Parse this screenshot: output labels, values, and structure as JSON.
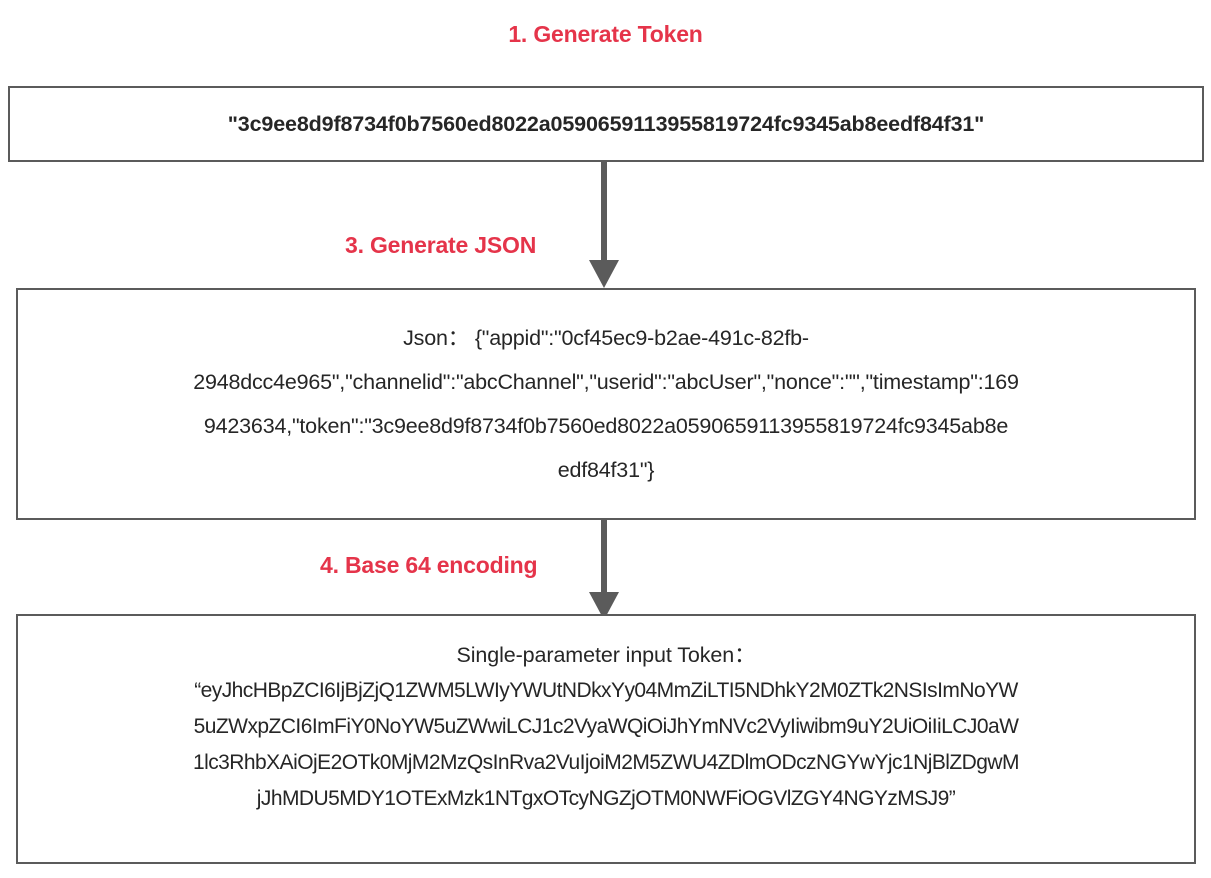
{
  "diagram": {
    "steps": [
      {
        "id": "step-1",
        "label": "1. Generate Token"
      },
      {
        "id": "step-3",
        "label": "3. Generate JSON"
      },
      {
        "id": "step-4",
        "label": "4. Base 64 encoding"
      }
    ],
    "colors": {
      "heading_red": "#e5344a",
      "box_border_gray": "#5b5b5b",
      "arrow_gray": "#5b5b5b",
      "text_dark": "#262626",
      "background": "#ffffff"
    },
    "token_box": {
      "value": "\"3c9ee8d9f8734f0b7560ed8022a0590659113955819724fc9345ab8eedf84f31\""
    },
    "json_box": {
      "lines": [
        "Json： {\"appid\":\"0cf45ec9-b2ae-491c-82fb-",
        "2948dcc4e965\",\"channelid\":\"abcChannel\",\"userid\":\"abcUser\",\"nonce\":\"\",\"timestamp\":169",
        "9423634,\"token\":\"3c9ee8d9f8734f0b7560ed8022a0590659113955819724fc9345ab8e",
        "edf84f31\"}"
      ]
    },
    "base64_box": {
      "title": "Single-parameter input Token：",
      "lines": [
        "“eyJhcHBpZCI6IjBjZjQ1ZWM5LWIyYWUtNDkxYy04MmZiLTI5NDhkY2M0ZTk2NSIsImNoYW",
        "5uZWxpZCI6ImFiY0NoYW5uZWwiLCJ1c2VyaWQiOiJhYmNVc2VyIiwibm9uY2UiOiIiLCJ0aW",
        "1lc3RhbXAiOjE2OTk0MjM2MzQsInRva2VuIjoiM2M5ZWU4ZDlmODczNGYwYjc1NjBlZDgwM",
        "jJhMDU5MDY1OTExMzk1NTgxOTcyNGZjOTM0NWFiOGVlZGY4NGYzMSJ9”"
      ]
    },
    "arrows": [
      {
        "id": "arrow-token-to-json",
        "direction": "down"
      },
      {
        "id": "arrow-json-to-base64",
        "direction": "down"
      }
    ]
  }
}
